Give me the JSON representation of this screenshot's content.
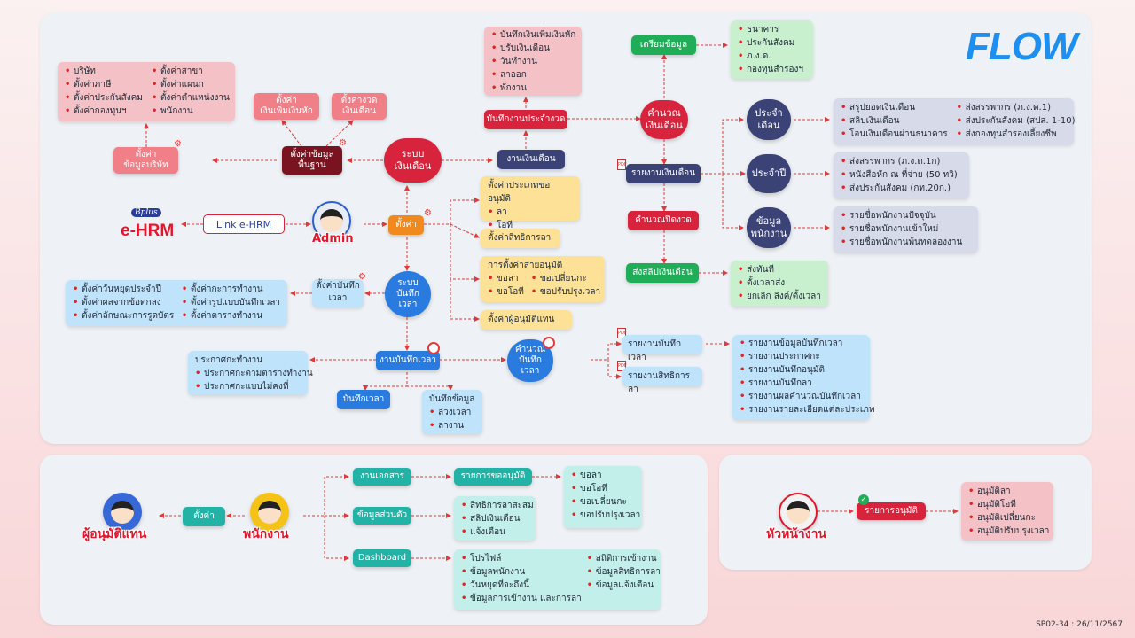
{
  "brand": {
    "logo": "FLOW",
    "ehrm": "e-HRM",
    "ehrm_script": "Bplus"
  },
  "footer_code": "SP02-34 : 26/11/2567",
  "top": {
    "company_list": {
      "col1": [
        "บริษัท",
        "ตั้งค่าภาษี",
        "ตั้งค่าประกันสังคม",
        "ตั้งค่ากองทุนฯ"
      ],
      "col2": [
        "ตั้งค่าสาขา",
        "ตั้งค่าแผนก",
        "ตั้งค่าตำแหน่งงาน",
        "พนักงาน"
      ]
    },
    "company_settings": "ตั้งค่า\nข้อมูลบริษัท",
    "income_setting": "ตั้งค่า\nเงินเพิ่มเงินหัก",
    "period_setting": "ตั้งค่างวด\nเงินเดือน",
    "basic_data": "ตั้งค่าข้อมูล\nพื้นฐาน",
    "payroll_system": "ระบบ\nเงินเดือน",
    "payroll_work": "งานเงินเดือน",
    "daily_work": "บันทึกงานประจำงวด",
    "daily_list": [
      "บันทึกเงินเพิ่มเงินหัก",
      "ปรับเงินเดือน",
      "วันทำงาน",
      "ลาออก",
      "พักงาน"
    ],
    "prepare": "เตรียมข้อมูล",
    "prepare_list": [
      "ธนาคาร",
      "ประกันสังคม",
      "ภ.ง.ด.",
      "กองทุนสำรองฯ"
    ],
    "calc_salary": "คำนวณ\nเงินเดือน",
    "salary_report": "รายงานเงินเดือน",
    "close_period": "คำนวณปิดงวด",
    "send_slip": "ส่งสลิปเงินเดือน",
    "slip_list": [
      "ส่งทันที",
      "ตั้งเวลาส่ง",
      "ยกเลิก ลิงค์/ตั้งเวลา"
    ],
    "monthly": "ประจำ\nเดือน",
    "monthly_list": {
      "col1": [
        "สรุปยอดเงินเดือน",
        "สลิปเงินเดือน",
        "โอนเงินเดือนผ่านธนาคาร"
      ],
      "col2": [
        "ส่งสรรพากร (ภ.ง.ด.1)",
        "ส่งประกันสังคม (สปส. 1-10)",
        "ส่งกองทุนสำรองเลี้ยงชีพ"
      ]
    },
    "yearly": "ประจำปี",
    "yearly_list": [
      "ส่งสรรพากร (ภ.ง.ด.1ก)",
      "หนังสือหัก ณ ที่จ่าย (50 ทวิ)",
      "ส่งประกันสังคม (กท.20ก.)"
    ],
    "employee_info": "ข้อมูล\nพนักงาน",
    "employee_list": [
      "รายชื่อพนักงานปัจจุบัน",
      "รายชื่อพนักงานเข้าใหม่",
      "รายชื่อพนักงานพ้นทดลองงาน"
    ],
    "link_ehrm": "Link e-HRM",
    "admin": "Admin",
    "settings": "ตั้งค่า",
    "leave_type": {
      "title": "ตั้งค่าประเภทขออนุมัติ",
      "items": [
        "ลา",
        "โอที"
      ]
    },
    "leave_rights": "ตั้งค่าสิทธิการลา",
    "approval_line": {
      "title": "การตั้งค่าสายอนุมัติ",
      "col1": [
        "ขอลา",
        "ขอโอที"
      ],
      "col2": [
        "ขอเปลี่ยนกะ",
        "ขอปรับปรุงเวลา"
      ]
    },
    "substitute": "ตั้งค่าผู้อนุมัติแทน",
    "time_setting": "ตั้งค่าบันทึก\nเวลา",
    "time_setting_list": {
      "col1": [
        "ตั้งค่าวันหยุดประจำปี",
        "ตั้งค่าผลจากข้อตกลง",
        "ตั้งค่าลักษณะการรูดบัตร"
      ],
      "col2": [
        "ตั้งค่ากะการทำงาน",
        "ตั้งค่ารูปแบบบันทึกเวลา",
        "ตั้งค่าตารางทำงาน"
      ]
    },
    "time_system": "ระบบ\nบันทึก\nเวลา",
    "time_work": "งานบันทึกเวลา",
    "shift_announce": {
      "title": "ประกาศกะทำงาน",
      "items": [
        "ประกาศกะตามตารางทำงาน",
        "ประกาศกะแบบไม่คงที่"
      ]
    },
    "record_time": "บันทึกเวลา",
    "record_data": {
      "title": "บันทึกข้อมูล",
      "items": [
        "ล่วงเวลา",
        "ลางาน"
      ]
    },
    "calc_time": "คำนวณ\nบันทึก\nเวลา",
    "time_report": "รายงานบันทึกเวลา",
    "leave_report": "รายงานสิทธิการลา",
    "time_report_list": [
      "รายงานข้อมูลบันทึกเวลา",
      "รายงานประกาศกะ",
      "รายงานบันทึกอนุมัติ",
      "รายงานบันทึกลา",
      "รายงานผลคำนวณบันทึกเวลา",
      "รายงานรายละเอียดแต่ละประเภท"
    ]
  },
  "bottom_left": {
    "substitute_role": "ผู้อนุมัติแทน",
    "setting": "ตั้งค่า",
    "employee_role": "พนักงาน",
    "documents": "งานเอกสาร",
    "request_list": "รายการขออนุมัติ",
    "request_items": [
      "ขอลา",
      "ขอโอที",
      "ขอเปลี่ยนกะ",
      "ขอปรับปรุงเวลา"
    ],
    "personal": "ข้อมูลส่วนตัว",
    "personal_items": [
      "สิทธิการลาสะสม",
      "สลิปเงินเดือน",
      "แจ้งเตือน"
    ],
    "dashboard": "Dashboard",
    "dashboard_items": {
      "col1": [
        "โปรไฟล์",
        "ข้อมูลพนักงาน",
        "วันหยุดที่จะถึงนี้",
        "ข้อมูลการเข้างาน และการลา"
      ],
      "col2": [
        "สถิติการเข้างาน",
        "ข้อมูลสิทธิการลา",
        "ข้อมูลแจ้งเตือน"
      ]
    }
  },
  "bottom_right": {
    "manager_role": "หัวหน้างาน",
    "approval_list": "รายการอนุมัติ",
    "approval_items": [
      "อนุมัติลา",
      "อนุมัติโอที",
      "อนุมัติเปลี่ยนกะ",
      "อนุมัติปรับปรุงเวลา"
    ]
  }
}
